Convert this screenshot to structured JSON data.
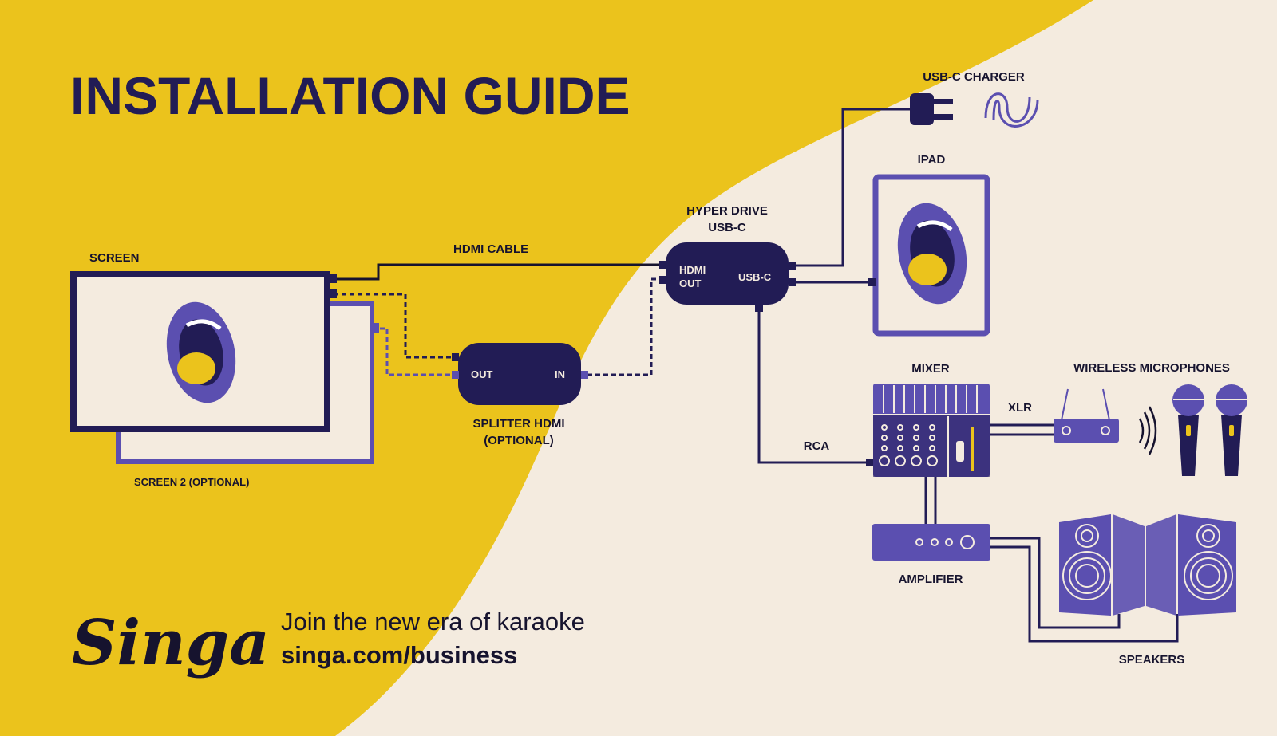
{
  "title": "INSTALLATION GUIDE",
  "labels": {
    "screen": "SCREEN",
    "screen2": "SCREEN 2 (OPTIONAL)",
    "hdmi_cable": "HDMI CABLE",
    "splitter_line1": "SPLITTER HDMI",
    "splitter_line2": "(OPTIONAL)",
    "splitter_out": "OUT",
    "splitter_in": "IN",
    "hyper_line1": "HYPER DRIVE",
    "hyper_line2": "USB-C",
    "hyper_hdmi1": "HDMI",
    "hyper_hdmi2": "OUT",
    "hyper_usbc": "USB-C",
    "charger": "USB-C CHARGER",
    "ipad": "IPAD",
    "mixer": "MIXER",
    "rca": "RCA",
    "xlr": "XLR",
    "mics": "WIRELESS MICROPHONES",
    "amplifier": "AMPLIFIER",
    "speakers": "SPEAKERS"
  },
  "footer": {
    "logo": "Singa",
    "tagline": "Join the new era of karaoke",
    "url": "singa.com/business"
  },
  "colors": {
    "yellow": "#EBC31C",
    "cream": "#F4EBDF",
    "navy": "#221C55",
    "purple": "#5B4FB0"
  }
}
